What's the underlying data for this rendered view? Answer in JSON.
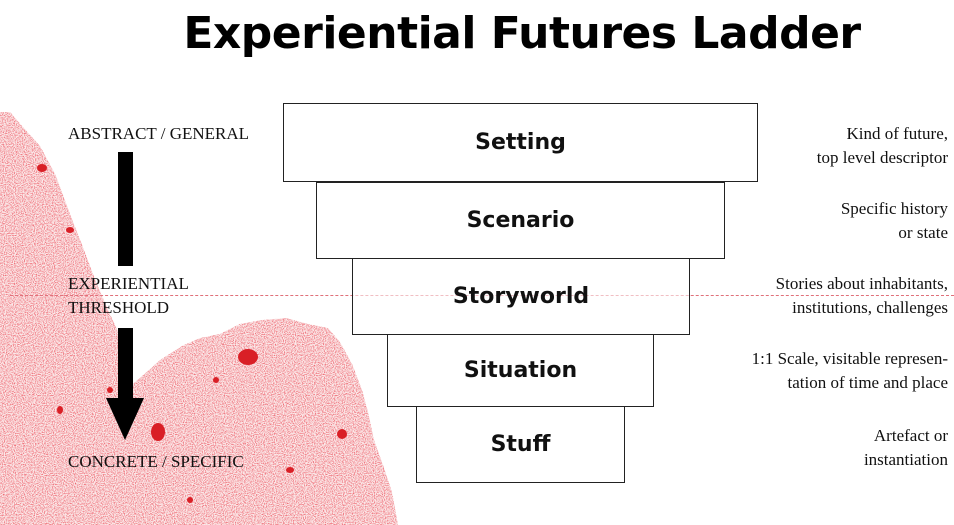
{
  "title": "Experiential Futures Ladder",
  "axis": {
    "top_label": "ABSTRACT / GENERAL",
    "threshold_label_line1": "EXPERIENTIAL",
    "threshold_label_line2": "THRESHOLD",
    "bottom_label": "CONCRETE / SPECIFIC"
  },
  "ladder": [
    {
      "label": "Setting",
      "description": [
        "Kind of future,",
        "top level descriptor"
      ]
    },
    {
      "label": "Scenario",
      "description": [
        "Specific history",
        "or state"
      ]
    },
    {
      "label": "Storyworld",
      "description": [
        "Stories about inhabitants,",
        "institutions, challenges"
      ]
    },
    {
      "label": "Situation",
      "description": [
        "1:1 Scale, visitable represen-",
        "tation of time and place"
      ]
    },
    {
      "label": "Stuff",
      "description": [
        "Artefact or",
        "instantiation"
      ]
    }
  ],
  "colors": {
    "texture_red": "#d91f26",
    "threshold_line": "#e0707a",
    "arrow": "#000000"
  }
}
